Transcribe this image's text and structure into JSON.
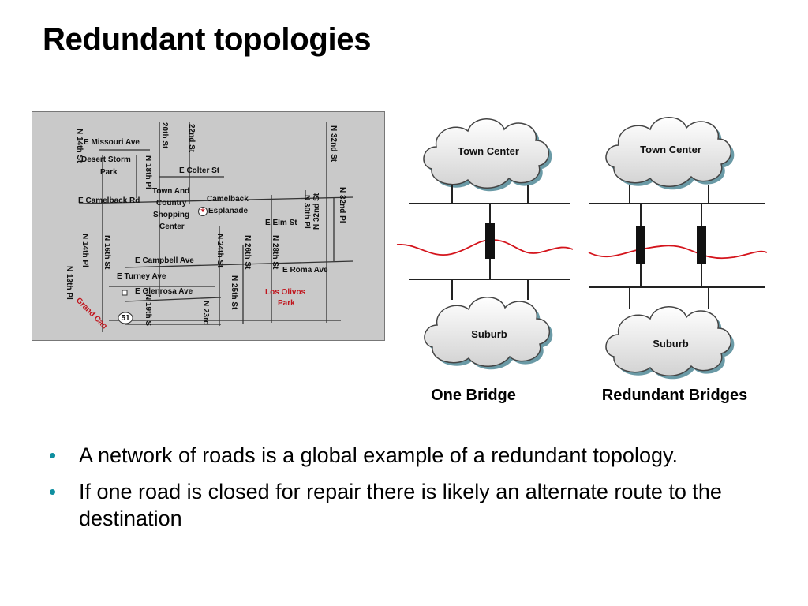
{
  "slide": {
    "title": "Redundant topologies"
  },
  "map": {
    "streets": {
      "e_missouri": "E Missouri Ave",
      "desert_storm_1": "Desert Storm",
      "desert_storm_2": "Park",
      "e_camelback": "E Camelback Rd",
      "town_and_1": "Town And",
      "town_and_2": "Country",
      "town_and_3": "Shopping",
      "town_and_4": "Center",
      "camelback_esp_1": "Camelback",
      "camelback_esp_2": "Esplanade",
      "e_colter": "E Colter St",
      "e_elm": "E Elm St",
      "e_campbell": "E Campbell Ave",
      "e_turney": "E Turney Ave",
      "e_glenrosa": "E Glenrosa Ave",
      "e_roma": "E Roma Ave",
      "los_olivos_1": "Los Olivos",
      "los_olivos_2": "Park",
      "grand_can": "Grand Can",
      "route_51": "51",
      "n_14th_st": "N 14th St",
      "n_18th_pl": "N 18th Pl",
      "20th_st": "20th St",
      "22nd_st": "22nd St",
      "n_32nd_st": "N 32nd St",
      "n_32nd_pl": "N 32nd Pl",
      "n_30th_pl": "N 30th Pl",
      "n_32nd_st_upside": "N 32nd St",
      "n_14th_pl": "N 14th Pl",
      "n_16th_st": "N 16th St",
      "n_13th_pl": "N 13th Pl",
      "n_19th_s": "N 19th S",
      "n_23rd": "N 23rd",
      "n_24th_st": "N 24th St",
      "n_25th_st": "N 25th St",
      "n_26th_st": "N 26th St",
      "n_28th_st": "N 28th St"
    }
  },
  "diagram": {
    "one_bridge": {
      "top_cloud": "Town Center",
      "bottom_cloud": "Suburb",
      "caption": "One Bridge"
    },
    "redundant_bridges": {
      "top_cloud": "Town Center",
      "bottom_cloud": "Suburb",
      "caption": "Redundant Bridges"
    }
  },
  "bullets": [
    "A network of roads is a global example of a redundant topology.",
    "If one road is closed for repair there is likely an alternate route to the destination"
  ],
  "colors": {
    "bullet": "#0f8fa0",
    "river": "#d4141c",
    "map_bg": "#c9c9c9",
    "cloud": "#e4e4e4"
  },
  "icons": {
    "bullet": "•",
    "landmark": "star-icon"
  }
}
